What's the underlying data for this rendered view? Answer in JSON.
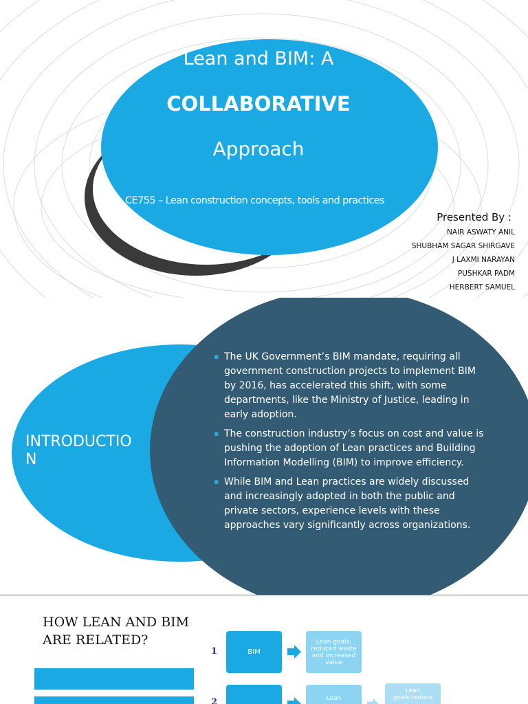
{
  "slide1": {
    "title_line1": "Lean and BIM: A",
    "title_line2": "COLLABORATIVE",
    "title_line3": "Approach",
    "subtitle": "CE755 – Lean construction concepts, tools and practices",
    "presented_by": "Presented By :",
    "presenters": [
      "NAIR ASWATY ANIL",
      "SHUBHAM SAGAR SHIRGAVE",
      "J LAXMI NARAYAN",
      "PUSHKAR PADM",
      "HERBERT SAMUEL"
    ]
  },
  "slide2": {
    "title": "INTRODUCTION",
    "bullets": [
      "The UK Government’s BIM mandate, requiring all government construction projects to implement BIM by 2016, has accelerated this shift, with some departments, like the Ministry of Justice, leading in early adoption.",
      "The construction industry’s focus on cost and value is pushing the adoption of Lean practices and Building Information Modelling (BIM) to improve efficiency.",
      "While BIM and Lean practices are widely discussed and increasingly adopted in both the public and private sectors, experience levels with these approaches vary significantly across organizations."
    ]
  },
  "slide3": {
    "title": "HOW LEAN AND BIM ARE RELATED?",
    "steps": [
      {
        "number": "1",
        "box1": "BIM",
        "box2": "Lean goals: reduced waste and increased value"
      },
      {
        "number": "2",
        "box1": "",
        "box2": "Lean",
        "box3": "Lean goals:reduce"
      }
    ]
  },
  "colors": {
    "accent_blue": "#1BA9E4",
    "dark_teal": "#335B73",
    "dark_gray": "#3A3A3A"
  }
}
